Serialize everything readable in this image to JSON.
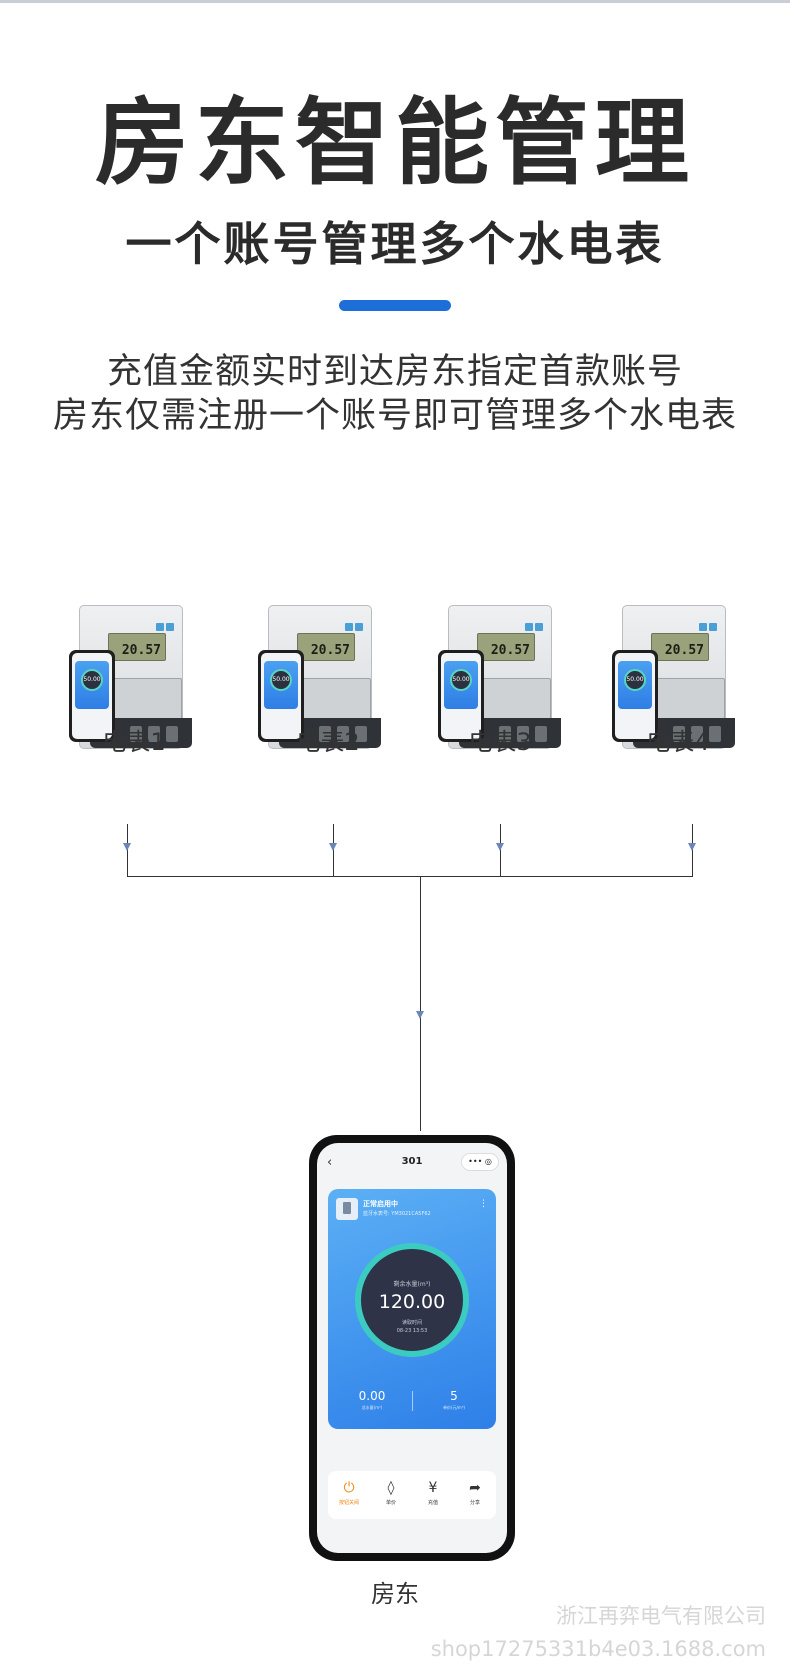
{
  "title": "房东智能管理",
  "subtitle": "一个账号管理多个水电表",
  "description": [
    "充值金额实时到达房东指定首款账号",
    "房东仅需注册一个账号即可管理多个水电表"
  ],
  "meters": [
    {
      "label": "电表1",
      "reading": "20.57",
      "phone_value": "50.00"
    },
    {
      "label": "电表2",
      "reading": "20.57",
      "phone_value": "50.00"
    },
    {
      "label": "电表3",
      "reading": "20.57",
      "phone_value": "50.00"
    },
    {
      "label": "电表4",
      "reading": "20.57",
      "phone_value": "50.00"
    }
  ],
  "phone": {
    "title": "301",
    "back": "‹",
    "capsule": "••• ◎",
    "status": "正常启用中",
    "serial": "蓝牙水表号: YM3021CA5F62",
    "more": "⋮",
    "dial_label": "剩余水量(m³)",
    "dial_value": "120.00",
    "read_time_label": "读取时间",
    "read_time": "08-23 13:53",
    "stats": [
      {
        "value": "0.00",
        "label": "总水量(m³)"
      },
      {
        "value": "5",
        "label": "单价(元/m³)"
      }
    ],
    "tools": [
      {
        "label": "按钮关阀",
        "icon": "power-icon"
      },
      {
        "label": "单价",
        "icon": "water-drop-icon"
      },
      {
        "label": "充值",
        "icon": "recharge-icon"
      },
      {
        "label": "分享",
        "icon": "share-icon"
      }
    ]
  },
  "landlord_label": "房东",
  "watermark": [
    "浙江再弈电气有限公司",
    "shop17275331b4e03.1688.com"
  ],
  "colors": {
    "accent": "#1d6ed8",
    "card": "#2e7fe8",
    "dial_ring": "#3ccbc0",
    "active_tool": "#f08a1c",
    "arrow": "#6a86b8"
  }
}
